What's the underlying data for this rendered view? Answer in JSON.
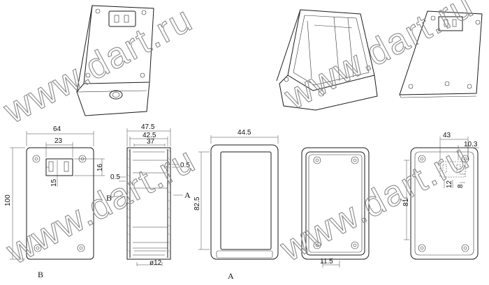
{
  "watermark": "www.dart.ru",
  "dimensions": {
    "w64": "64",
    "w23": "23",
    "h16": "16",
    "h15": "15",
    "h100": "100",
    "w47_5": "47.5",
    "w42_5": "42.5",
    "w37": "37",
    "t0_5a": "0.5",
    "t0_5b": "0.5",
    "h82_5": "82.5",
    "d12": "ø12",
    "w44_5": "44.5",
    "w11_5": "11.5",
    "w43": "43",
    "w10_3": "10.3",
    "h81": "81",
    "h12": "12",
    "h8": "8"
  },
  "section_labels": {
    "front_B": "B",
    "section_A_left": "A",
    "section_B_mark": "B",
    "bottom_A": "A"
  }
}
